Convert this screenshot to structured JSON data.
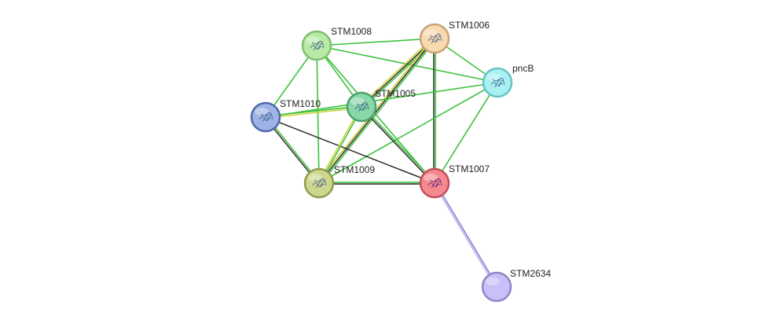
{
  "network": {
    "nodes": [
      {
        "id": "STM1008",
        "label": "STM1008",
        "color": "#b8eaa6",
        "stroke": "#7fbf6e"
      },
      {
        "id": "STM1006",
        "label": "STM1006",
        "color": "#f9d9ae",
        "stroke": "#c9a27a"
      },
      {
        "id": "pncB",
        "label": "pncB",
        "color": "#a8f0f2",
        "stroke": "#66c2c6"
      },
      {
        "id": "STM1010",
        "label": "STM1010",
        "color": "#9fb3e6",
        "stroke": "#4f6aa8"
      },
      {
        "id": "STM1005",
        "label": "STM1005",
        "color": "#88d8a8",
        "stroke": "#4f9f6f"
      },
      {
        "id": "STM1009",
        "label": "STM1009",
        "color": "#cdd88e",
        "stroke": "#8f9c4f"
      },
      {
        "id": "STM1007",
        "label": "STM1007",
        "color": "#f48a8f",
        "stroke": "#c0505a"
      },
      {
        "id": "STM2634",
        "label": "STM2634",
        "color": "#c8c0f6",
        "stroke": "#8f86c8"
      }
    ],
    "edge_colors": {
      "green": "#3cc23c",
      "black": "#333333",
      "yellow": "#d4d43c",
      "purple": "#8a7fd0",
      "lavender": "#b9b0ee"
    },
    "edges": [
      {
        "source": "STM1008",
        "target": "STM1006",
        "colors": [
          "green"
        ]
      },
      {
        "source": "STM1008",
        "target": "pncB",
        "colors": [
          "green"
        ]
      },
      {
        "source": "STM1008",
        "target": "STM1010",
        "colors": [
          "green"
        ]
      },
      {
        "source": "STM1008",
        "target": "STM1005",
        "colors": [
          "green"
        ]
      },
      {
        "source": "STM1008",
        "target": "STM1009",
        "colors": [
          "green"
        ]
      },
      {
        "source": "STM1008",
        "target": "STM1007",
        "colors": [
          "green"
        ]
      },
      {
        "source": "STM1006",
        "target": "pncB",
        "colors": [
          "green"
        ]
      },
      {
        "source": "STM1006",
        "target": "STM1005",
        "colors": [
          "green",
          "black",
          "yellow"
        ]
      },
      {
        "source": "STM1006",
        "target": "STM1009",
        "colors": [
          "green",
          "black",
          "yellow"
        ]
      },
      {
        "source": "STM1006",
        "target": "STM1007",
        "colors": [
          "green",
          "black"
        ]
      },
      {
        "source": "pncB",
        "target": "STM1010",
        "colors": [
          "green"
        ]
      },
      {
        "source": "pncB",
        "target": "STM1009",
        "colors": [
          "green"
        ]
      },
      {
        "source": "pncB",
        "target": "STM1007",
        "colors": [
          "green"
        ]
      },
      {
        "source": "STM1010",
        "target": "STM1005",
        "colors": [
          "green",
          "yellow"
        ]
      },
      {
        "source": "STM1010",
        "target": "STM1009",
        "colors": [
          "green",
          "black"
        ]
      },
      {
        "source": "STM1010",
        "target": "STM1007",
        "colors": [
          "black"
        ]
      },
      {
        "source": "STM1005",
        "target": "STM1009",
        "colors": [
          "green",
          "yellow"
        ]
      },
      {
        "source": "STM1005",
        "target": "STM1007",
        "colors": [
          "green",
          "black"
        ]
      },
      {
        "source": "STM1009",
        "target": "STM1007",
        "colors": [
          "green",
          "black"
        ]
      },
      {
        "source": "STM1007",
        "target": "STM2634",
        "colors": [
          "purple",
          "lavender"
        ]
      }
    ]
  }
}
